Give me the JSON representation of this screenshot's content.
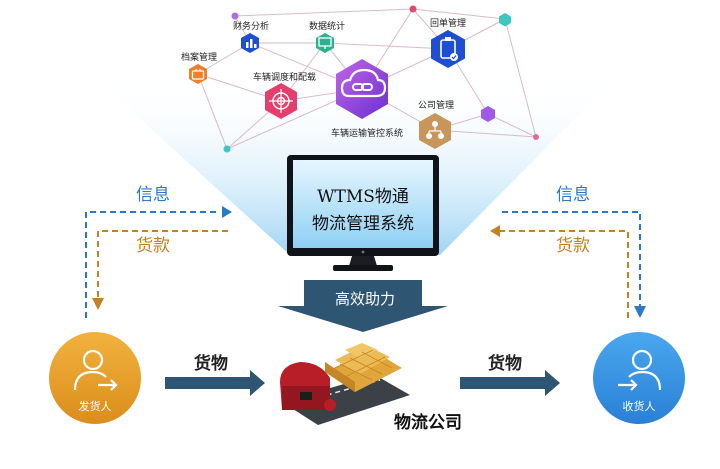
{
  "system": {
    "line1": "WTMS物通",
    "line2": "物流管理系统",
    "hub_label": "车辆运输管控系统"
  },
  "modules": [
    {
      "label": "财务分析",
      "icon": "chart-bars-icon",
      "color": "#1e4fd3"
    },
    {
      "label": "数据统计",
      "icon": "monitor-chart-icon",
      "color": "#27b38e"
    },
    {
      "label": "回单管理",
      "icon": "clipboard-check-icon",
      "color": "#1e4fd3"
    },
    {
      "label": "档案管理",
      "icon": "briefcase-icon",
      "color": "#ee7f2a"
    },
    {
      "label": "车辆调度和配载",
      "icon": "target-icon",
      "color": "#e53d6c"
    },
    {
      "label": "公司管理",
      "icon": "org-chart-icon",
      "color": "#c8955a"
    }
  ],
  "flows": {
    "info": "信息",
    "payment": "货款",
    "goods": "货物",
    "boost": "高效助力"
  },
  "actors": {
    "shipper": "发货人",
    "receiver": "收货人",
    "company": "物流公司"
  },
  "colors": {
    "blue": "#2a78c9",
    "orange": "#c58122",
    "dark_arrow": "#2e5571",
    "hub_purple": "#8a3ed6"
  }
}
